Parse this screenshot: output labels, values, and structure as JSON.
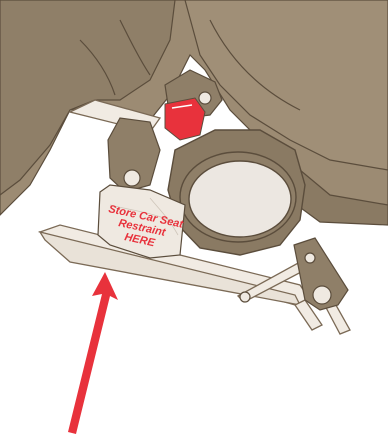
{
  "tag": {
    "line1": "Store Car Seat",
    "line2": "Restraint",
    "line3": "HERE"
  },
  "colors": {
    "fabric": "#9c8b73",
    "fabric_dark": "#8a7a63",
    "outline": "#5b4d3c",
    "frame": "#f1ebe3",
    "tag_bg": "#efe9e1",
    "accent_red": "#e8323c",
    "wheel": "#ece7e1"
  },
  "icons": {
    "pointer": "arrow-up-icon"
  }
}
